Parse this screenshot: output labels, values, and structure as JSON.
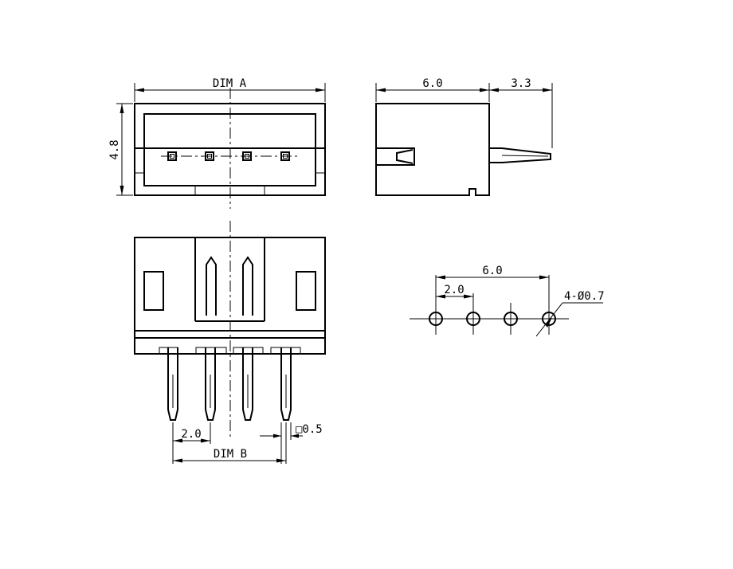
{
  "dimensions": {
    "dim_a": "DIM A",
    "height": "4.8",
    "depth": "6.0",
    "pin_extension": "3.3",
    "pitch_bottom": "2.0",
    "pin_square": "□0.5",
    "dim_b": "DIM B",
    "pcb_span": "6.0",
    "pcb_pitch": "2.0",
    "hole_spec": "4-Ø0.7"
  },
  "colors": {
    "ink": "#000000",
    "paper": "#ffffff"
  }
}
